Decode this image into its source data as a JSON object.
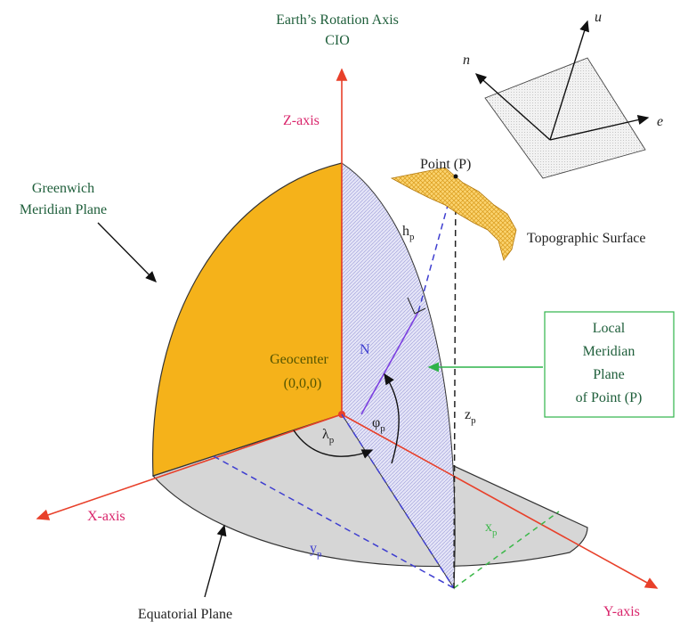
{
  "labels": {
    "rotation_axis": "Earth’s Rotation Axis",
    "cio": "CIO",
    "z_axis": "Z-axis",
    "x_axis": "X-axis",
    "y_axis": "Y-axis",
    "greenwich_line1": "Greenwich",
    "greenwich_line2": "Meridian Plane",
    "geocenter": "Geocenter",
    "geocenter_coords": "(0,0,0)",
    "equatorial_plane": "Equatorial Plane",
    "point_p": "Point (P)",
    "topographic_surface": "Topographic Surface",
    "local_meridian_line1": "Local",
    "local_meridian_line2": "Meridian",
    "local_meridian_line3": "Plane",
    "local_meridian_line4": "of Point (P)",
    "N": "N",
    "u": "u",
    "n": "n",
    "e": "e"
  },
  "symbols": {
    "h": "h",
    "h_sub": "p",
    "z": "z",
    "z_sub": "p",
    "x": "x",
    "x_sub": "p",
    "y": "y",
    "y_sub": "p",
    "lambda": "λ",
    "lambda_sub": "p",
    "phi": "φ",
    "phi_sub": "p"
  },
  "colors": {
    "axis_red": "#e8402a",
    "axis_label": "#d9236a",
    "greenwich_fill": "#f5b21a",
    "equatorial_fill": "#d6d6d6",
    "meridian_fill": "#dcdcf5",
    "blue_dash": "#3e3ed0",
    "green_box": "#2fb34a",
    "green_x": "#3cb84a",
    "text_dark": "#222222",
    "title_green": "#1e5e3a",
    "geocenter_text": "#555500",
    "topo_fill": "#f7c04a"
  }
}
